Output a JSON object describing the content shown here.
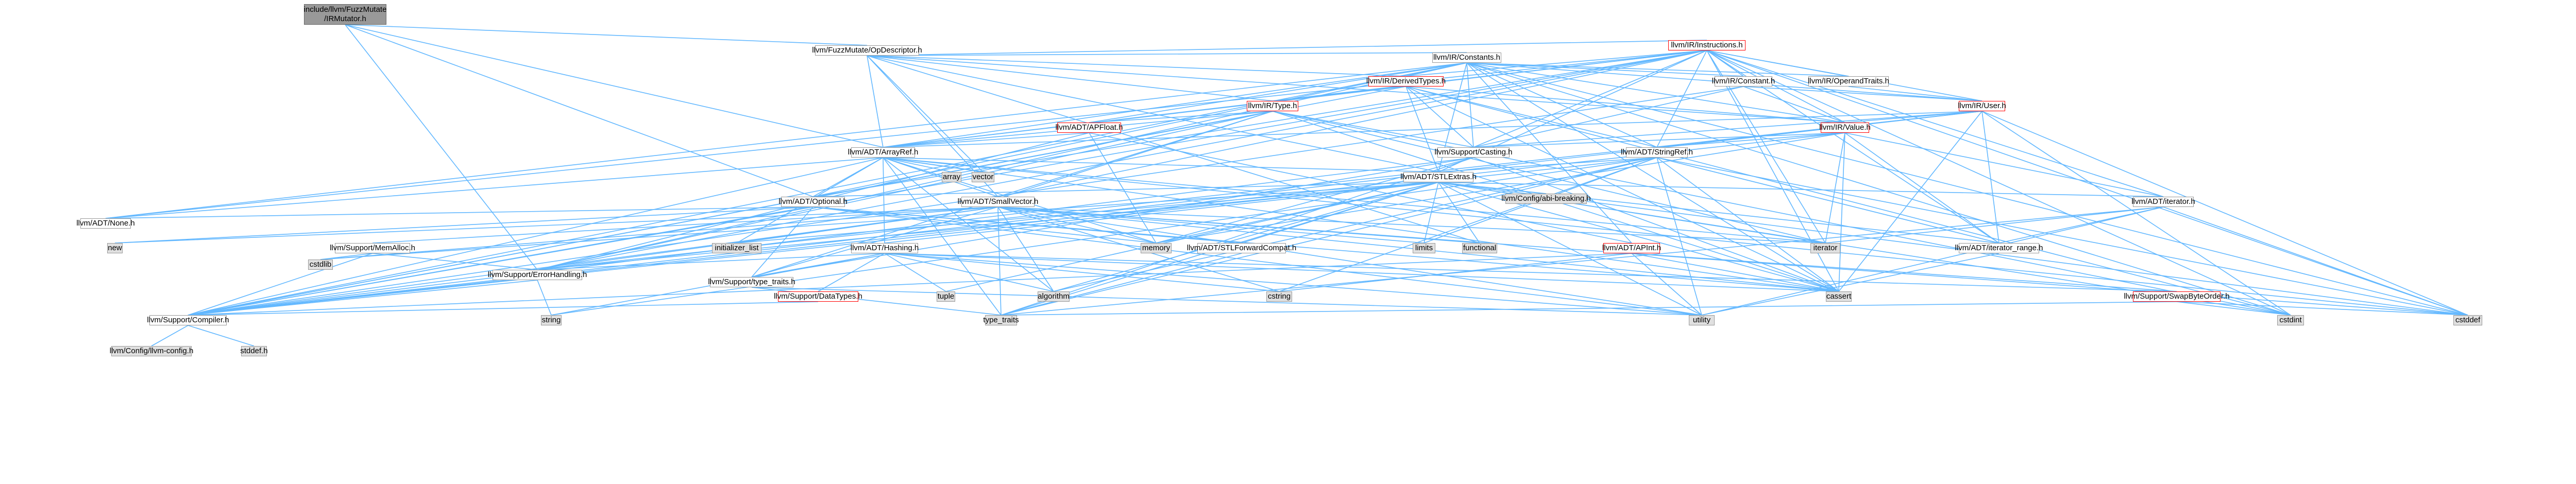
{
  "nodes": [
    {
      "id": "root",
      "label": "include/llvm/FuzzMutate\n/IRMutator.h",
      "kind": "root"
    },
    {
      "id": "opdesc",
      "label": "llvm/FuzzMutate/OpDescriptor.h",
      "kind": "normal"
    },
    {
      "id": "instr",
      "label": "llvm/IR/Instructions.h",
      "kind": "red"
    },
    {
      "id": "constants",
      "label": "llvm/IR/Constants.h",
      "kind": "normal"
    },
    {
      "id": "derived",
      "label": "llvm/IR/DerivedTypes.h",
      "kind": "red"
    },
    {
      "id": "constant",
      "label": "llvm/IR/Constant.h",
      "kind": "normal"
    },
    {
      "id": "operandtraits",
      "label": "llvm/IR/OperandTraits.h",
      "kind": "normal"
    },
    {
      "id": "irtype",
      "label": "llvm/IR/Type.h",
      "kind": "red"
    },
    {
      "id": "user",
      "label": "llvm/IR/User.h",
      "kind": "red"
    },
    {
      "id": "apfloat",
      "label": "llvm/ADT/APFloat.h",
      "kind": "red"
    },
    {
      "id": "value",
      "label": "llvm/IR/Value.h",
      "kind": "red"
    },
    {
      "id": "arrayref",
      "label": "llvm/ADT/ArrayRef.h",
      "kind": "normal"
    },
    {
      "id": "casting",
      "label": "llvm/Support/Casting.h",
      "kind": "normal"
    },
    {
      "id": "stringref",
      "label": "llvm/ADT/StringRef.h",
      "kind": "normal"
    },
    {
      "id": "array",
      "label": "array",
      "kind": "grey"
    },
    {
      "id": "vector",
      "label": "vector",
      "kind": "grey"
    },
    {
      "id": "stlextras",
      "label": "llvm/ADT/STLExtras.h",
      "kind": "normal"
    },
    {
      "id": "cfgabi",
      "label": "llvm/Config/abi-breaking.h",
      "kind": "grey"
    },
    {
      "id": "optional",
      "label": "llvm/ADT/Optional.h",
      "kind": "normal"
    },
    {
      "id": "smallvector",
      "label": "llvm/ADT/SmallVector.h",
      "kind": "normal"
    },
    {
      "id": "adtiterator",
      "label": "llvm/ADT/iterator.h",
      "kind": "normal"
    },
    {
      "id": "none",
      "label": "llvm/ADT/None.h",
      "kind": "normal"
    },
    {
      "id": "new",
      "label": "new",
      "kind": "grey"
    },
    {
      "id": "memalloc",
      "label": "llvm/Support/MemAlloc.h",
      "kind": "normal"
    },
    {
      "id": "cstdlib",
      "label": "cstdlib",
      "kind": "grey"
    },
    {
      "id": "initlist",
      "label": "initializer_list",
      "kind": "grey"
    },
    {
      "id": "memory",
      "label": "memory",
      "kind": "grey"
    },
    {
      "id": "hashing",
      "label": "llvm/ADT/Hashing.h",
      "kind": "normal"
    },
    {
      "id": "limits",
      "label": "limits",
      "kind": "grey"
    },
    {
      "id": "functional",
      "label": "functional",
      "kind": "grey"
    },
    {
      "id": "stlfwd",
      "label": "llvm/ADT/STLForwardCompat.h",
      "kind": "normal"
    },
    {
      "id": "apint",
      "label": "llvm/ADT/APInt.h",
      "kind": "red"
    },
    {
      "id": "iterator",
      "label": "iterator",
      "kind": "grey"
    },
    {
      "id": "iterrange",
      "label": "llvm/ADT/iterator_range.h",
      "kind": "normal"
    },
    {
      "id": "errhandling",
      "label": "llvm/Support/ErrorHandling.h",
      "kind": "normal"
    },
    {
      "id": "typetraits",
      "label": "llvm/Support/type_traits.h",
      "kind": "normal"
    },
    {
      "id": "datatypes",
      "label": "llvm/Support/DataTypes.h",
      "kind": "red"
    },
    {
      "id": "tuple",
      "label": "tuple",
      "kind": "grey"
    },
    {
      "id": "algorithm",
      "label": "algorithm",
      "kind": "grey"
    },
    {
      "id": "cstring",
      "label": "cstring",
      "kind": "grey"
    },
    {
      "id": "cassert",
      "label": "cassert",
      "kind": "grey"
    },
    {
      "id": "swapbyte",
      "label": "llvm/Support/SwapByteOrder.h",
      "kind": "red"
    },
    {
      "id": "compiler",
      "label": "llvm/Support/Compiler.h",
      "kind": "normal"
    },
    {
      "id": "string",
      "label": "string",
      "kind": "grey"
    },
    {
      "id": "type_traits",
      "label": "type_traits",
      "kind": "grey"
    },
    {
      "id": "utility",
      "label": "utility",
      "kind": "grey"
    },
    {
      "id": "cstdint",
      "label": "cstdint",
      "kind": "grey"
    },
    {
      "id": "cstddef",
      "label": "cstddef",
      "kind": "grey"
    },
    {
      "id": "llvmconfig",
      "label": "llvm/Config/llvm-config.h",
      "kind": "grey"
    },
    {
      "id": "stddef",
      "label": "stddef.h",
      "kind": "grey"
    }
  ],
  "edges": [
    [
      "root",
      "opdesc"
    ],
    [
      "root",
      "arrayref"
    ],
    [
      "root",
      "errhandling"
    ],
    [
      "root",
      "optional"
    ],
    [
      "opdesc",
      "instr"
    ],
    [
      "opdesc",
      "constants"
    ],
    [
      "opdesc",
      "derived"
    ],
    [
      "opdesc",
      "irtype"
    ],
    [
      "opdesc",
      "value"
    ],
    [
      "opdesc",
      "arrayref"
    ],
    [
      "opdesc",
      "smallvector"
    ],
    [
      "opdesc",
      "stlextras"
    ],
    [
      "opdesc",
      "functional"
    ],
    [
      "opdesc",
      "vector"
    ],
    [
      "constants",
      "constant"
    ],
    [
      "constants",
      "derived"
    ],
    [
      "constants",
      "operandtraits"
    ],
    [
      "constants",
      "user"
    ],
    [
      "constants",
      "value"
    ],
    [
      "constants",
      "apfloat"
    ],
    [
      "constants",
      "apint"
    ],
    [
      "constants",
      "arrayref"
    ],
    [
      "constants",
      "none"
    ],
    [
      "constants",
      "optional"
    ],
    [
      "constants",
      "stlextras"
    ],
    [
      "constants",
      "stringref"
    ],
    [
      "constants",
      "casting"
    ],
    [
      "constants",
      "compiler"
    ],
    [
      "constants",
      "errhandling"
    ],
    [
      "constants",
      "cassert"
    ],
    [
      "constants",
      "cstddef"
    ],
    [
      "constants",
      "cstdint"
    ],
    [
      "instr",
      "derived"
    ],
    [
      "instr",
      "constant"
    ],
    [
      "instr",
      "operandtraits"
    ],
    [
      "instr",
      "user"
    ],
    [
      "instr",
      "value"
    ],
    [
      "instr",
      "irtype"
    ],
    [
      "instr",
      "arrayref"
    ],
    [
      "instr",
      "stringref"
    ],
    [
      "instr",
      "stlextras"
    ],
    [
      "instr",
      "smallvector"
    ],
    [
      "instr",
      "iterator"
    ],
    [
      "instr",
      "iterrange"
    ],
    [
      "instr",
      "casting"
    ],
    [
      "instr",
      "compiler"
    ],
    [
      "instr",
      "errhandling"
    ],
    [
      "instr",
      "optional"
    ],
    [
      "instr",
      "none"
    ],
    [
      "instr",
      "cassert"
    ],
    [
      "instr",
      "cstddef"
    ],
    [
      "instr",
      "cstdint"
    ],
    [
      "instr",
      "adtiterator"
    ],
    [
      "derived",
      "irtype"
    ],
    [
      "derived",
      "arrayref"
    ],
    [
      "derived",
      "stlextras"
    ],
    [
      "derived",
      "stringref"
    ],
    [
      "derived",
      "casting"
    ],
    [
      "derived",
      "compiler"
    ],
    [
      "derived",
      "value"
    ],
    [
      "derived",
      "cassert"
    ],
    [
      "derived",
      "cstdint"
    ],
    [
      "constant",
      "user"
    ],
    [
      "constant",
      "value"
    ],
    [
      "constant",
      "casting"
    ],
    [
      "constant",
      "compiler"
    ],
    [
      "operandtraits",
      "user"
    ],
    [
      "irtype",
      "arrayref"
    ],
    [
      "irtype",
      "casting"
    ],
    [
      "irtype",
      "compiler"
    ],
    [
      "irtype",
      "errhandling"
    ],
    [
      "irtype",
      "typetraits"
    ],
    [
      "irtype",
      "cassert"
    ],
    [
      "irtype",
      "cstdint"
    ],
    [
      "irtype",
      "iterator"
    ],
    [
      "irtype",
      "apfloat"
    ],
    [
      "irtype",
      "smallvector"
    ],
    [
      "user",
      "value"
    ],
    [
      "user",
      "arrayref"
    ],
    [
      "user",
      "iterrange"
    ],
    [
      "user",
      "casting"
    ],
    [
      "user",
      "compiler"
    ],
    [
      "user",
      "errhandling"
    ],
    [
      "user",
      "cassert"
    ],
    [
      "user",
      "cstdint"
    ],
    [
      "user",
      "cstddef"
    ],
    [
      "user",
      "stringref"
    ],
    [
      "apfloat",
      "apint"
    ],
    [
      "apfloat",
      "arrayref"
    ],
    [
      "apfloat",
      "errhandling"
    ],
    [
      "apfloat",
      "memory"
    ],
    [
      "apfloat",
      "floatbits"
    ],
    [
      "value",
      "casting"
    ],
    [
      "value",
      "compiler"
    ],
    [
      "value",
      "iterrange"
    ],
    [
      "value",
      "stringref"
    ],
    [
      "value",
      "cassert"
    ],
    [
      "value",
      "iterator"
    ],
    [
      "value",
      "memory"
    ],
    [
      "value",
      "adtiterator"
    ],
    [
      "arrayref",
      "hashing"
    ],
    [
      "arrayref",
      "none"
    ],
    [
      "arrayref",
      "smallvector"
    ],
    [
      "arrayref",
      "stlextras"
    ],
    [
      "arrayref",
      "compiler"
    ],
    [
      "arrayref",
      "algorithm"
    ],
    [
      "arrayref",
      "array"
    ],
    [
      "arrayref",
      "cassert"
    ],
    [
      "arrayref",
      "cstddef"
    ],
    [
      "arrayref",
      "initlist"
    ],
    [
      "arrayref",
      "iterator"
    ],
    [
      "arrayref",
      "memory"
    ],
    [
      "arrayref",
      "type_traits"
    ],
    [
      "arrayref",
      "vector"
    ],
    [
      "arrayref",
      "optional"
    ],
    [
      "casting",
      "typetraits"
    ],
    [
      "casting",
      "compiler"
    ],
    [
      "casting",
      "cassert"
    ],
    [
      "casting",
      "memory"
    ],
    [
      "casting",
      "type_traits"
    ],
    [
      "stringref",
      "stlextras"
    ],
    [
      "stringref",
      "iterrange"
    ],
    [
      "stringref",
      "compiler"
    ],
    [
      "stringref",
      "algorithm"
    ],
    [
      "stringref",
      "cassert"
    ],
    [
      "stringref",
      "cstddef"
    ],
    [
      "stringref",
      "cstring"
    ],
    [
      "stringref",
      "limits"
    ],
    [
      "stringref",
      "string"
    ],
    [
      "stringref",
      "type_traits"
    ],
    [
      "stringref",
      "utility"
    ],
    [
      "stlextras",
      "hashing"
    ],
    [
      "stlextras",
      "optional"
    ],
    [
      "stlextras",
      "stlfwd"
    ],
    [
      "stlextras",
      "adtiterator"
    ],
    [
      "stlextras",
      "iterrange"
    ],
    [
      "stlextras",
      "cfgabi"
    ],
    [
      "stlextras",
      "errhandling"
    ],
    [
      "stlextras",
      "algorithm"
    ],
    [
      "stlextras",
      "cassert"
    ],
    [
      "stlextras",
      "cstddef"
    ],
    [
      "stlextras",
      "cstdint"
    ],
    [
      "stlextras",
      "cstdlib"
    ],
    [
      "stlextras",
      "functional"
    ],
    [
      "stlextras",
      "initlist"
    ],
    [
      "stlextras",
      "iterator"
    ],
    [
      "stlextras",
      "limits"
    ],
    [
      "stlextras",
      "memory"
    ],
    [
      "stlextras",
      "tuple"
    ],
    [
      "stlextras",
      "type_traits"
    ],
    [
      "stlextras",
      "utility"
    ],
    [
      "optional",
      "none"
    ],
    [
      "optional",
      "stlfwd"
    ],
    [
      "optional",
      "compiler"
    ],
    [
      "optional",
      "typetraits"
    ],
    [
      "optional",
      "cassert"
    ],
    [
      "optional",
      "new"
    ],
    [
      "optional",
      "utility"
    ],
    [
      "optional",
      "memory"
    ],
    [
      "smallvector",
      "compiler"
    ],
    [
      "smallvector",
      "typetraits"
    ],
    [
      "smallvector",
      "memalloc"
    ],
    [
      "smallvector",
      "errhandling"
    ],
    [
      "smallvector",
      "algorithm"
    ],
    [
      "smallvector",
      "cassert"
    ],
    [
      "smallvector",
      "cstddef"
    ],
    [
      "smallvector",
      "cstdlib"
    ],
    [
      "smallvector",
      "cstring"
    ],
    [
      "smallvector",
      "functional"
    ],
    [
      "smallvector",
      "initlist"
    ],
    [
      "smallvector",
      "iterator"
    ],
    [
      "smallvector",
      "limits"
    ],
    [
      "smallvector",
      "memory"
    ],
    [
      "smallvector",
      "new"
    ],
    [
      "smallvector",
      "type_traits"
    ],
    [
      "smallvector",
      "utility"
    ],
    [
      "adtiterator",
      "iterrange"
    ],
    [
      "adtiterator",
      "cstddef"
    ],
    [
      "adtiterator",
      "iterator"
    ],
    [
      "adtiterator",
      "type_traits"
    ],
    [
      "adtiterator",
      "utility"
    ],
    [
      "memalloc",
      "compiler"
    ],
    [
      "memalloc",
      "errhandling"
    ],
    [
      "memalloc",
      "cstdlib"
    ],
    [
      "hashing",
      "errhandling"
    ],
    [
      "hashing",
      "datatypes"
    ],
    [
      "hashing",
      "swapbyte"
    ],
    [
      "hashing",
      "typetraits"
    ],
    [
      "hashing",
      "algorithm"
    ],
    [
      "hashing",
      "cassert"
    ],
    [
      "hashing",
      "cstring"
    ],
    [
      "hashing",
      "string"
    ],
    [
      "hashing",
      "tuple"
    ],
    [
      "hashing",
      "utility"
    ],
    [
      "stlfwd",
      "type_traits"
    ],
    [
      "apint",
      "compiler"
    ],
    [
      "apint",
      "cassert"
    ],
    [
      "apint",
      "climits"
    ],
    [
      "apint",
      "cstring"
    ],
    [
      "apint",
      "utility"
    ],
    [
      "apint",
      "swapbyte"
    ],
    [
      "iterrange",
      "utility"
    ],
    [
      "errhandling",
      "compiler"
    ],
    [
      "errhandling",
      "string"
    ],
    [
      "typetraits",
      "type_traits"
    ],
    [
      "typetraits",
      "utility"
    ],
    [
      "datatypes",
      "compiler"
    ],
    [
      "swapbyte",
      "cstddef"
    ],
    [
      "swapbyte",
      "cstdint"
    ],
    [
      "swapbyte",
      "type_traits"
    ],
    [
      "compiler",
      "llvmconfig"
    ],
    [
      "compiler",
      "stddef"
    ]
  ]
}
